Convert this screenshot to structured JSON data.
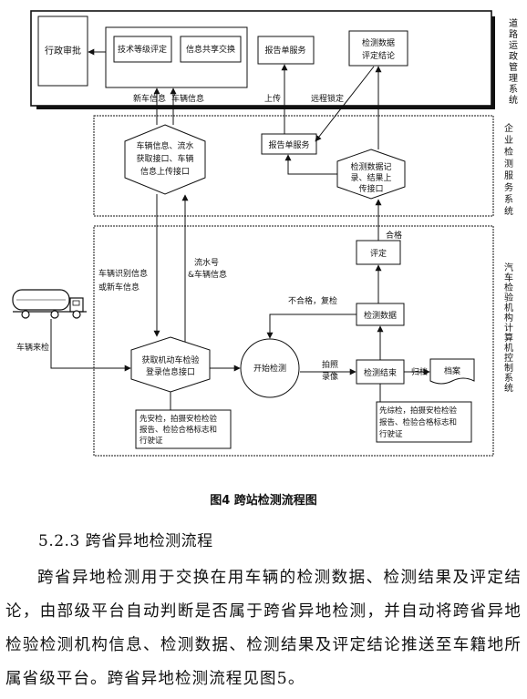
{
  "diagram": {
    "road_system_title": "道路运政管理系统",
    "service_system_title": "企业检测服务系统",
    "control_system_title": "汽车检验机构计算机控制系统",
    "admin_approval": "行政审批",
    "tech_rating": "技术等级评定",
    "info_sharing": "信息共享交换",
    "report_service_top": "报告单服务",
    "test_data_rating": [
      "检测数据",
      "评定结论"
    ],
    "new_car_info": "新车信息",
    "vehicle_info": "车辆信息",
    "upload": "上传",
    "remote_lock": "远程锁定",
    "vehicle_interface": [
      "车辆信息、流水",
      "获取接口、车辆",
      "信息上传接口"
    ],
    "report_service_mid": "报告单服务",
    "data_upload_interface": [
      "检测数据记",
      "录、结果上",
      "传接口"
    ],
    "pass": "合格",
    "rating": "评定",
    "recognize_info": [
      "车辆识别信息",
      "或新车信息"
    ],
    "serial_info": [
      "流水号",
      "&车辆信息"
    ],
    "fail_retest": "不合格，复检",
    "test_data": "检测数据",
    "vehicle_arrive": "车辆来检",
    "login_interface": [
      "获取机动车检验",
      "登录信息接口"
    ],
    "start_test": "开始检测",
    "photo_record": [
      "拍照",
      "录像"
    ],
    "test_end": "检测结束",
    "archive_action": "归档",
    "archive": "档案",
    "pre_check": [
      "先安检，拍摄安检检验",
      "报告、检验合格标志和",
      "行驶证"
    ],
    "post_check": [
      "先综检，拍摄安检检验",
      "报告、检验合格标志和",
      "行驶证"
    ]
  },
  "caption": "图4  跨站检测流程图",
  "section_heading": "5.2.3  跨省异地检测流程",
  "paragraph": "跨省异地检测用于交换在用车辆的检测数据、检测结果及评定结论，由部级平台自动判断是否属于跨省异地检测，并自动将跨省异地检验检测机构信息、检测数据、检测结果及评定结论推送至车籍地所属省级平台。跨省异地检测流程见图5。",
  "colors": {
    "line": "#111111",
    "background": "#ffffff"
  }
}
